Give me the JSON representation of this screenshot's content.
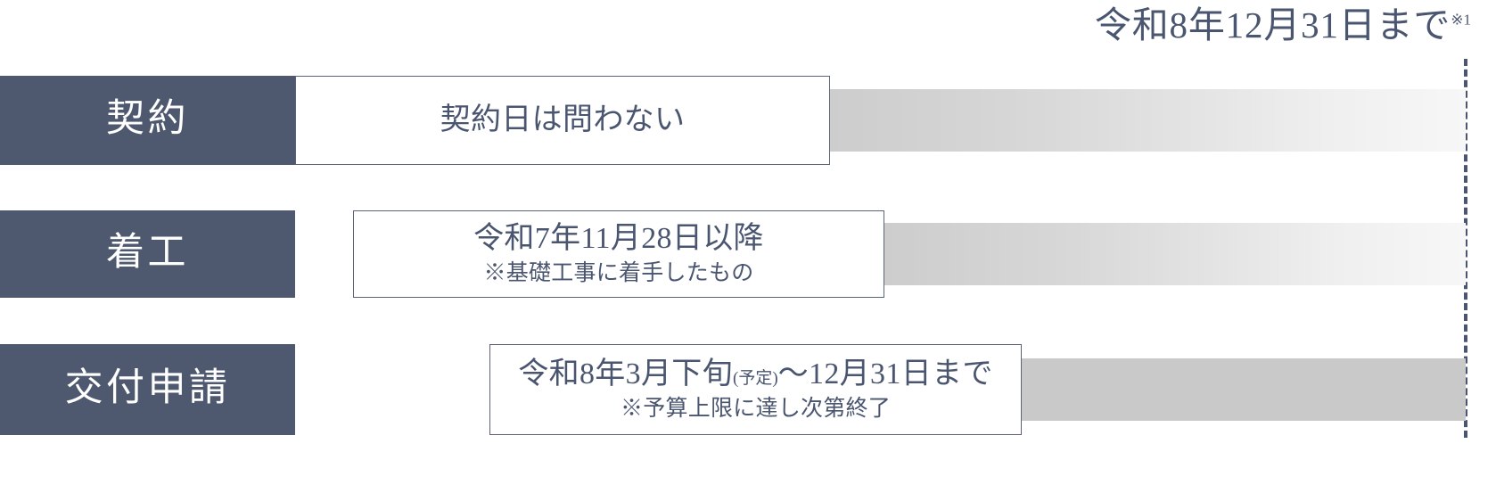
{
  "deadline": {
    "text": "令和8年12月31日まで",
    "note_marker": "※1"
  },
  "colors": {
    "label_bg": "#4e596f",
    "text_navy": "#4a5670",
    "card_border": "#5a6478",
    "track_start": "#cdcdcd",
    "track_end": "#f7f7f7",
    "track_solid": "#c9c9c9",
    "page_bg": "#ffffff"
  },
  "rows": [
    {
      "label": "契約",
      "card_main": "契約日は問わない",
      "card_main_small": "",
      "card_main_tail": "",
      "card_sub": "",
      "track_style": "fade"
    },
    {
      "label": "着工",
      "card_main": "令和7年11月28日以降",
      "card_main_small": "",
      "card_main_tail": "",
      "card_sub": "※基礎工事に着手したもの",
      "track_style": "fade"
    },
    {
      "label": "交付申請",
      "card_main": "令和8年3月下旬",
      "card_main_small": "(予定)",
      "card_main_tail": "～12月31日まで",
      "card_sub": "※予算上限に達し次第終了",
      "track_style": "solid"
    }
  ]
}
